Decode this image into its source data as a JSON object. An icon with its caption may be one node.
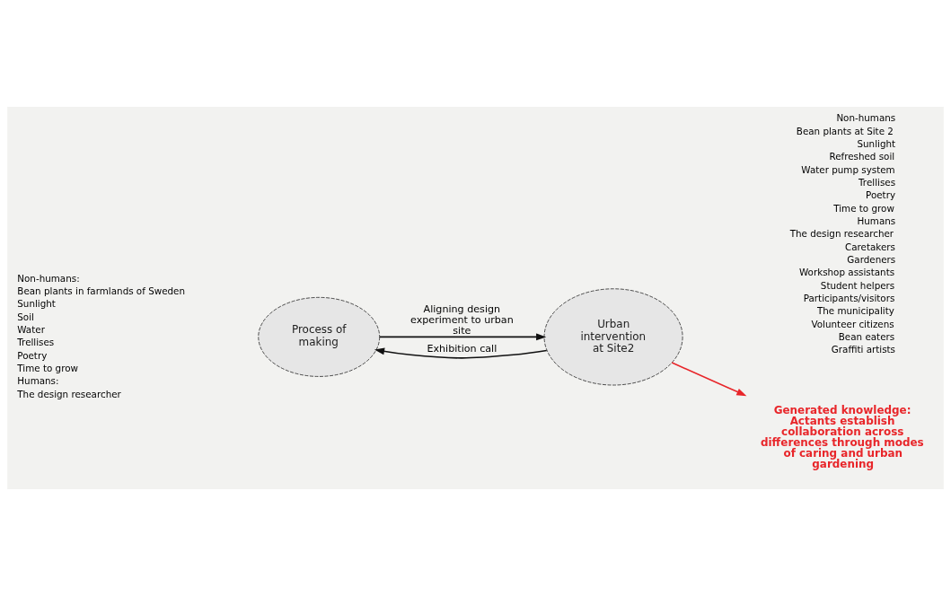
{
  "diagram": {
    "nodes": [
      {
        "text": [
          "Process of making"
        ],
        "beside": [
          "Non-humans:",
          "Bean plants in farmlands of Sweden",
          "Sunlight",
          "Soil",
          "Water",
          "Trellises",
          "Poetry",
          "Time to grow",
          "Humans:",
          "The design researcher"
        ]
      },
      {
        "text": [
          "Urban intervention at Site2"
        ],
        "beside": [
          "Non-humans",
          "Bean plants at Site 2",
          "Sunlight",
          "Refreshed soil",
          "Water pump system",
          "Trellises",
          "Poetry",
          "Time to grow",
          "Humans",
          "The design researcher",
          "Caretakers",
          "Gardeners",
          "Workshop assistants",
          "Student helpers",
          "Participants/visitors",
          "The municipality",
          "Volunteer citizens",
          "Bean eaters",
          "Graffiti artists"
        ]
      },
      {
        "text": [
          "Generated knowledge: Actants establish collaboration across differences through modes of caring and urban gardening"
        ]
      }
    ],
    "edges": [
      {
        "from": 0,
        "to": 1,
        "arrow": "to",
        "label": "Aligning design experiment to urban site"
      },
      {
        "from": 1,
        "to": 0,
        "arrow": "to",
        "label": "Exhibition call"
      },
      {
        "from": 1,
        "to": 2,
        "arrow": "to",
        "color": "#e8262a"
      }
    ]
  }
}
